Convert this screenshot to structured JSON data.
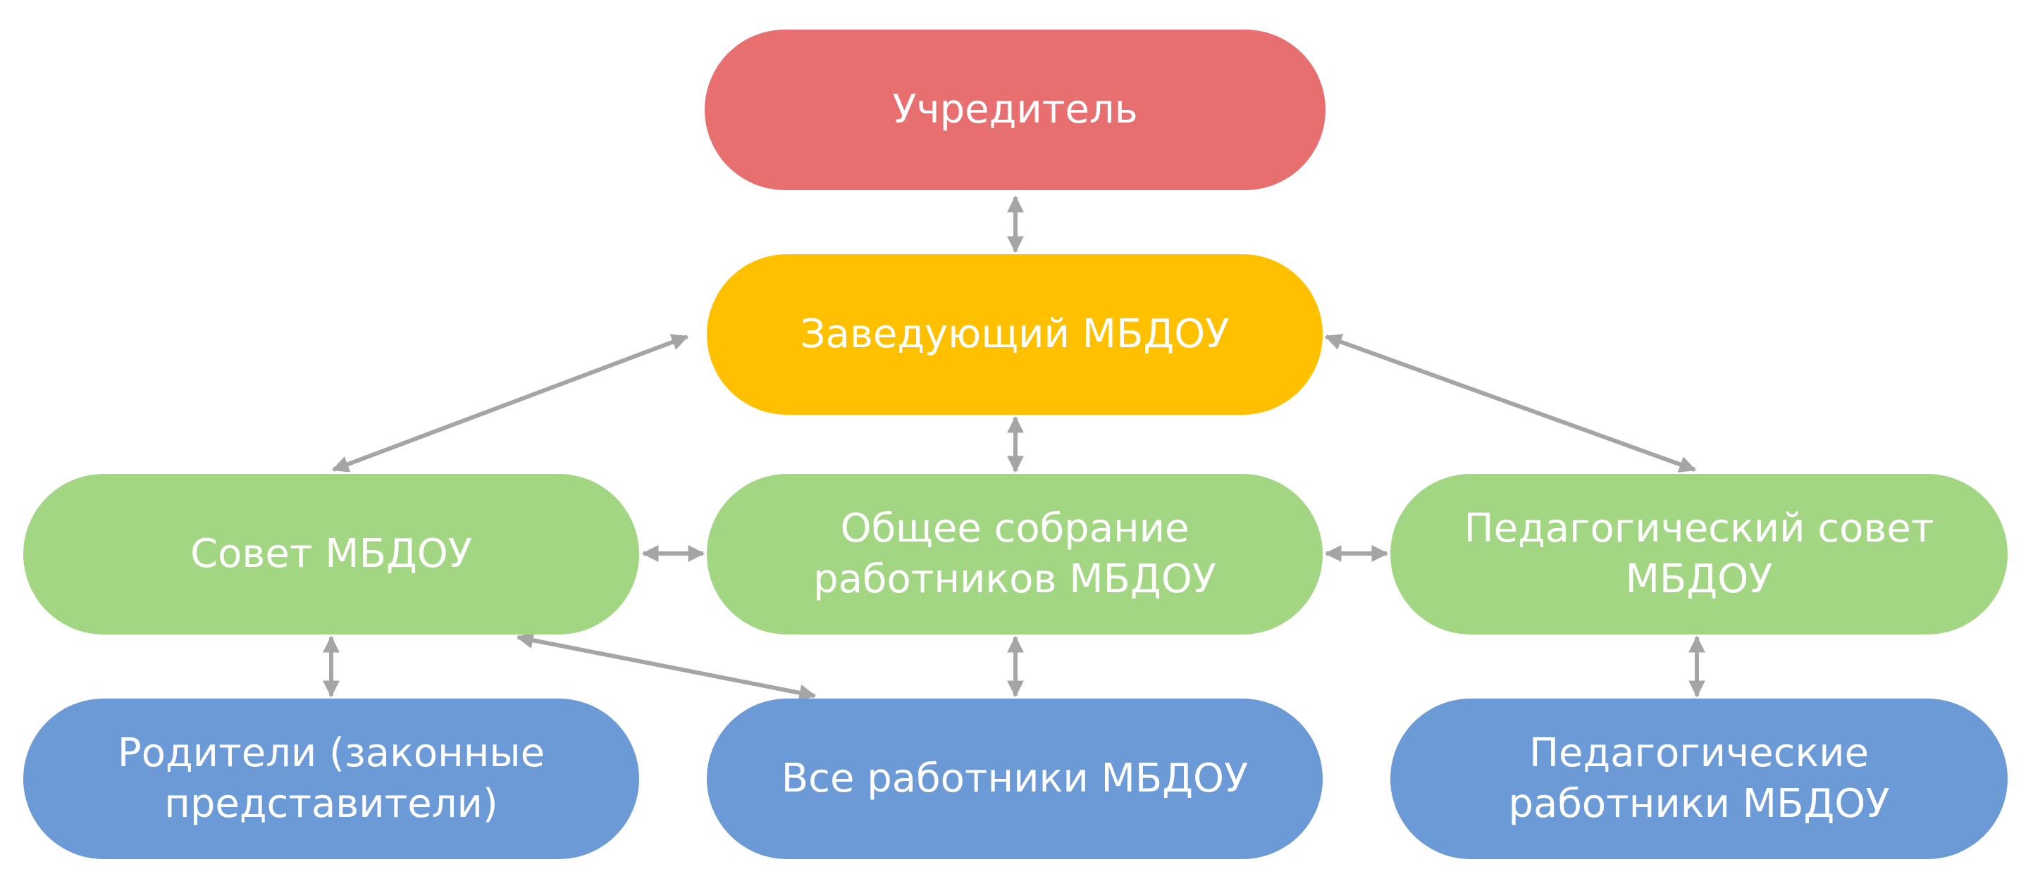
{
  "nodes": {
    "founder": {
      "lines": [
        "Учредитель"
      ]
    },
    "head": {
      "lines": [
        "Заведующий МБДОУ"
      ]
    },
    "council": {
      "lines": [
        "Совет МБДОУ"
      ]
    },
    "general_meeting": {
      "lines": [
        "Общее собрание",
        "работников МБДОУ"
      ]
    },
    "pedagogical_council": {
      "lines": [
        "Педагогический совет",
        "МБДОУ"
      ]
    },
    "parents": {
      "lines": [
        "Родители (законные",
        "представители)"
      ]
    },
    "all_staff": {
      "lines": [
        "Все работники МБДОУ"
      ]
    },
    "pedagogical_staff": {
      "lines": [
        "Педагогические",
        "работники МБДОУ"
      ]
    }
  },
  "colors": {
    "founder": "#E86F6F",
    "head": "#FFC000",
    "middle": "#A2D683",
    "bottom": "#6C9AD6",
    "arrow": "#A5A5A5"
  },
  "edges": [
    [
      "founder",
      "head"
    ],
    [
      "head",
      "council"
    ],
    [
      "head",
      "general_meeting"
    ],
    [
      "head",
      "pedagogical_council"
    ],
    [
      "council",
      "general_meeting"
    ],
    [
      "general_meeting",
      "pedagogical_council"
    ],
    [
      "council",
      "parents"
    ],
    [
      "council",
      "all_staff"
    ],
    [
      "general_meeting",
      "all_staff"
    ],
    [
      "pedagogical_council",
      "pedagogical_staff"
    ]
  ]
}
